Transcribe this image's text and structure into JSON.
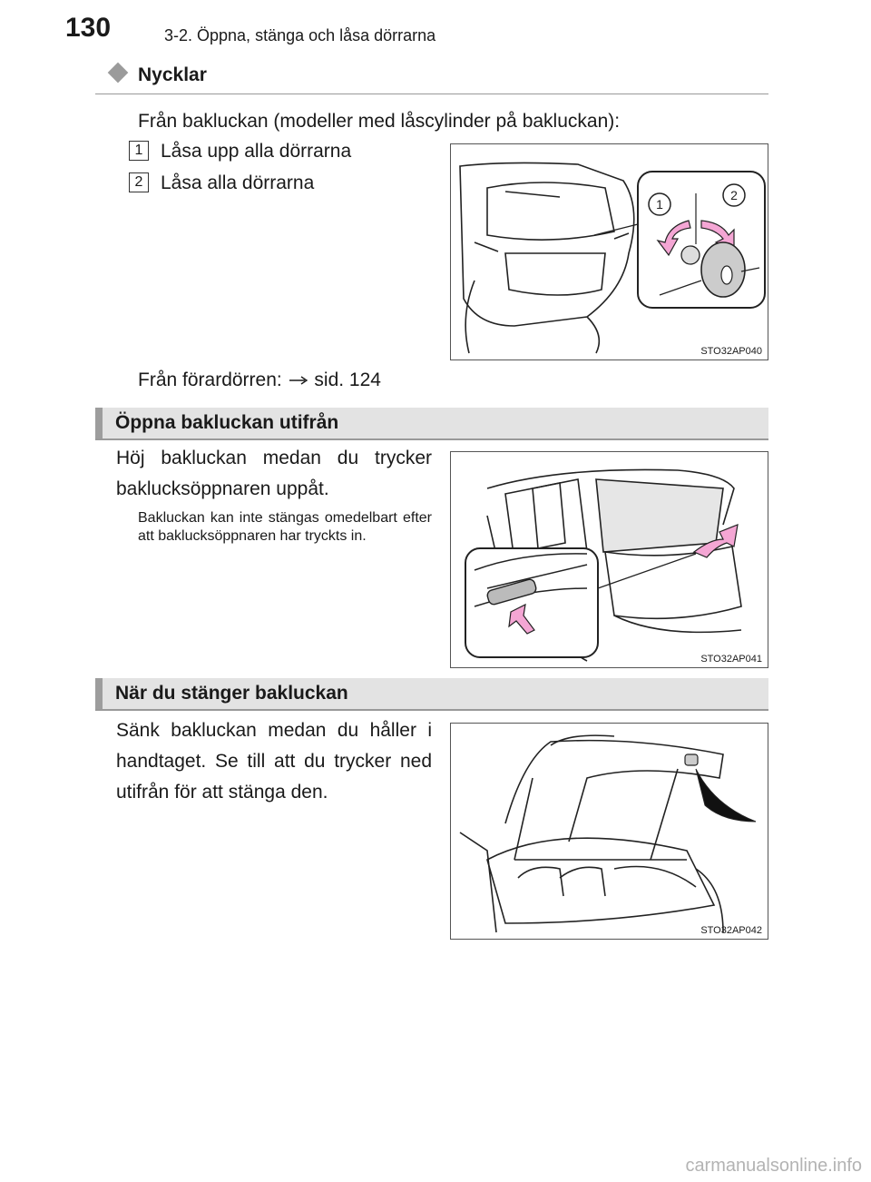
{
  "header": {
    "page_number": "130",
    "running_head": "3-2. Öppna, stänga och låsa dörrarna"
  },
  "keys_section": {
    "title": "Nycklar",
    "intro": "Från bakluckan (modeller med låscylinder på bakluckan):",
    "items": [
      {
        "number": "1",
        "text": "Låsa upp alla dörrarna"
      },
      {
        "number": "2",
        "text": "Låsa alla dörrarna"
      }
    ],
    "figure_code": "STO32AP040",
    "callout_numbers": [
      "1",
      "2"
    ],
    "driver_door_prefix": "Från förardörren:",
    "driver_door_ref": "sid. 124"
  },
  "open_section": {
    "title": "Öppna bakluckan utifrån",
    "body": "Höj bakluckan medan du trycker baklucksöppnaren uppåt.",
    "note": "Bakluckan kan inte stängas omedelbart efter att baklucksöppnaren har tryckts in.",
    "figure_code": "STO32AP041"
  },
  "close_section": {
    "title": "När du stänger bakluckan",
    "body": "Sänk bakluckan medan du håller i handtaget. Se till att du trycker ned utifrån för att stänga den.",
    "figure_code": "STO32AP042"
  },
  "watermark": "carmanualsonline.info",
  "colors": {
    "section_bar": "#e3e3e3",
    "accent_gray": "#9d9d9d",
    "arrow_pink": "#f4a6d4"
  }
}
